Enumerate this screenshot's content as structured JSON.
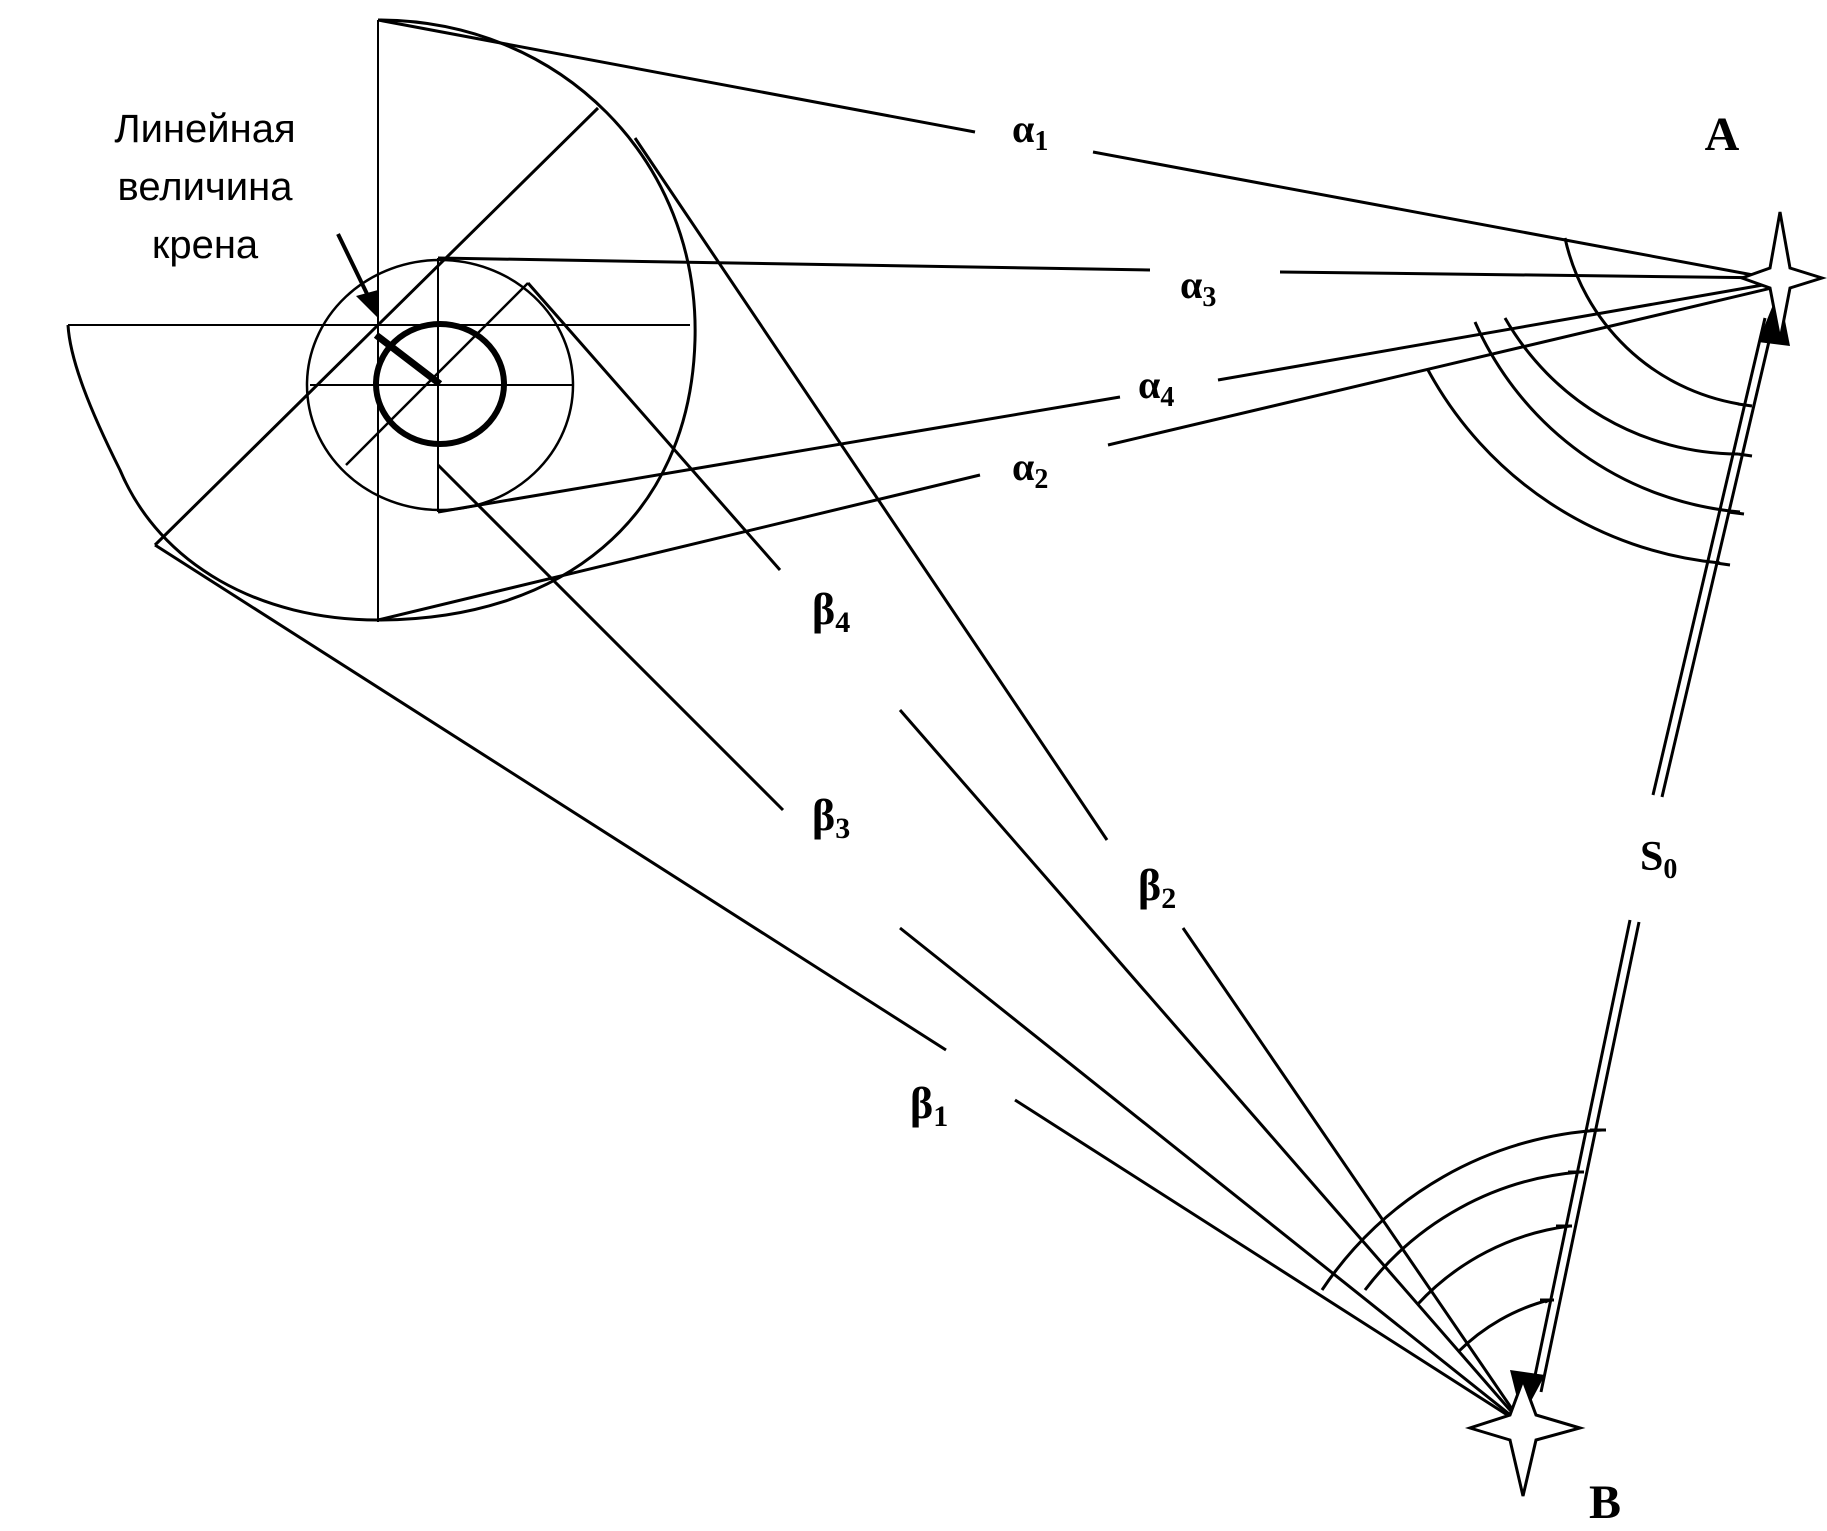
{
  "caption": {
    "line1": "Линейная",
    "line2": "величина",
    "line3": "крена"
  },
  "points": {
    "A": "A",
    "B": "B",
    "base": "S",
    "base_sub": "0"
  },
  "angles": {
    "a1": {
      "sym": "α",
      "sub": "1"
    },
    "a2": {
      "sym": "α",
      "sub": "2"
    },
    "a3": {
      "sym": "α",
      "sub": "3"
    },
    "a4": {
      "sym": "α",
      "sub": "4"
    },
    "b1": {
      "sym": "β",
      "sub": "1"
    },
    "b2": {
      "sym": "β",
      "sub": "2"
    },
    "b3": {
      "sym": "β",
      "sub": "3"
    },
    "b4": {
      "sym": "β",
      "sub": "4"
    }
  }
}
